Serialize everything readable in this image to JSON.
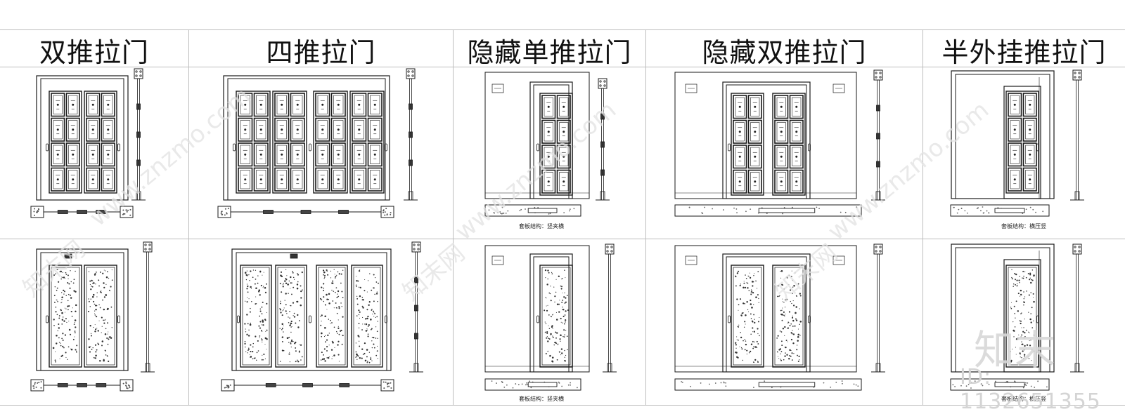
{
  "headers": [
    "双推拉门",
    "四推拉门",
    "隐藏单推拉门",
    "隐藏双推拉门",
    "半外挂推拉门"
  ],
  "captions": {
    "hidden_single": "套板结构：竖夹横",
    "half_hung": "套板结构：横压竖"
  },
  "watermarks": {
    "site": "www.znzmo.com",
    "brand": "知末网",
    "logo": "知末",
    "id": "ID: 1132651355"
  }
}
